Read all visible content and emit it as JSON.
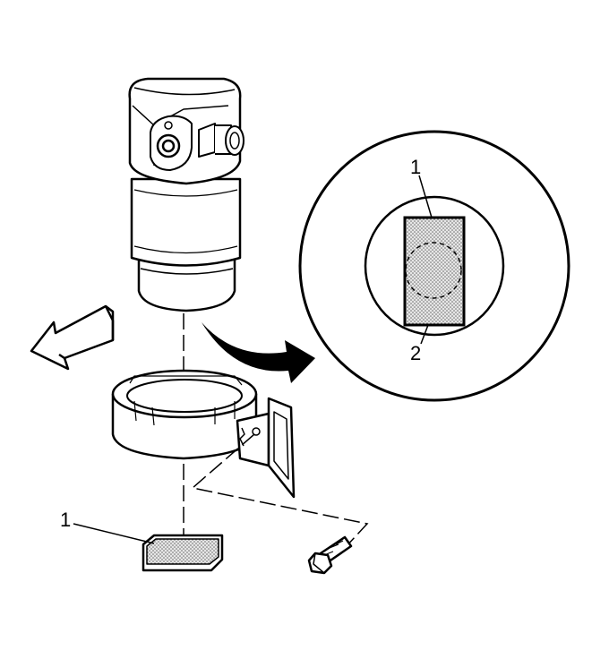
{
  "labels": {
    "detail_label_top": "1",
    "detail_label_bottom": "2",
    "pad_label": "1"
  },
  "colors": {
    "line": "#000000",
    "background": "#ffffff",
    "pad_fill": "#bdbdbd"
  }
}
